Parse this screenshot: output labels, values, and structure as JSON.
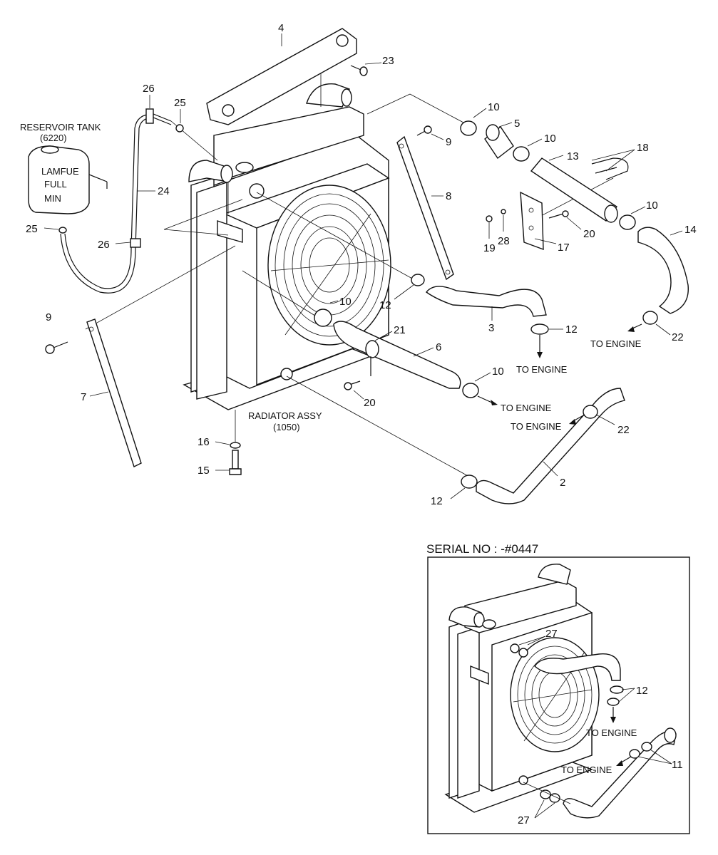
{
  "captions": {
    "reservoir_tank": "RESERVOIR TANK",
    "reservoir_tank_code": "(6220)",
    "radiator_assy": "RADIATOR ASSY",
    "radiator_assy_code": "(1050)",
    "serial_no": "SERIAL NO : -#0447"
  },
  "directions": {
    "to_engine": "TO ENGINE"
  },
  "callouts": {
    "p2": "2",
    "p3": "3",
    "p4": "4",
    "p5": "5",
    "p6": "6",
    "p7": "7",
    "p8": "8",
    "p9": "9",
    "p10": "10",
    "p11": "11",
    "p12": "12",
    "p13": "13",
    "p14": "14",
    "p15": "15",
    "p16": "16",
    "p17": "17",
    "p18": "18",
    "p19": "19",
    "p20": "20",
    "p21": "21",
    "p22": "22",
    "p23": "23",
    "p24": "24",
    "p25": "25",
    "p26": "26",
    "p27": "27",
    "p28": "28"
  },
  "tank_label": {
    "line1": "LAMFUE",
    "line2": "FULL",
    "line3": "MIN"
  }
}
